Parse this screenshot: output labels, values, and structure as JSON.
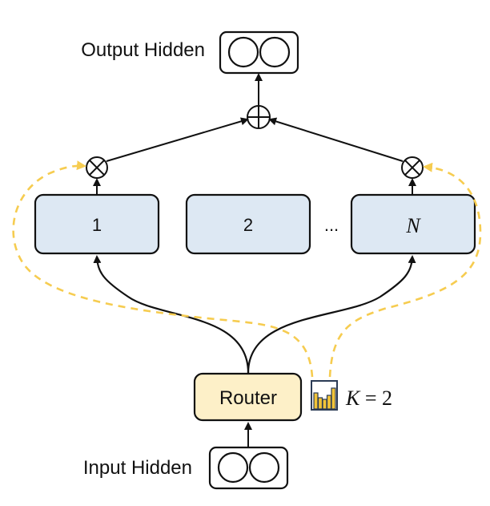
{
  "labels": {
    "output_hidden": "Output Hidden",
    "input_hidden": "Input Hidden",
    "router": "Router",
    "ellipsis": "...",
    "top_k_var": "K",
    "top_k_rest": " = 2"
  },
  "experts": [
    {
      "label": "1"
    },
    {
      "label": "2"
    },
    {
      "label": "N"
    }
  ],
  "colors": {
    "expert_fill": "#dde8f3",
    "router_fill": "#fdf0c8",
    "routing_dash": "#f6cc50",
    "histogram": "#f2c438",
    "stroke": "#111111"
  }
}
